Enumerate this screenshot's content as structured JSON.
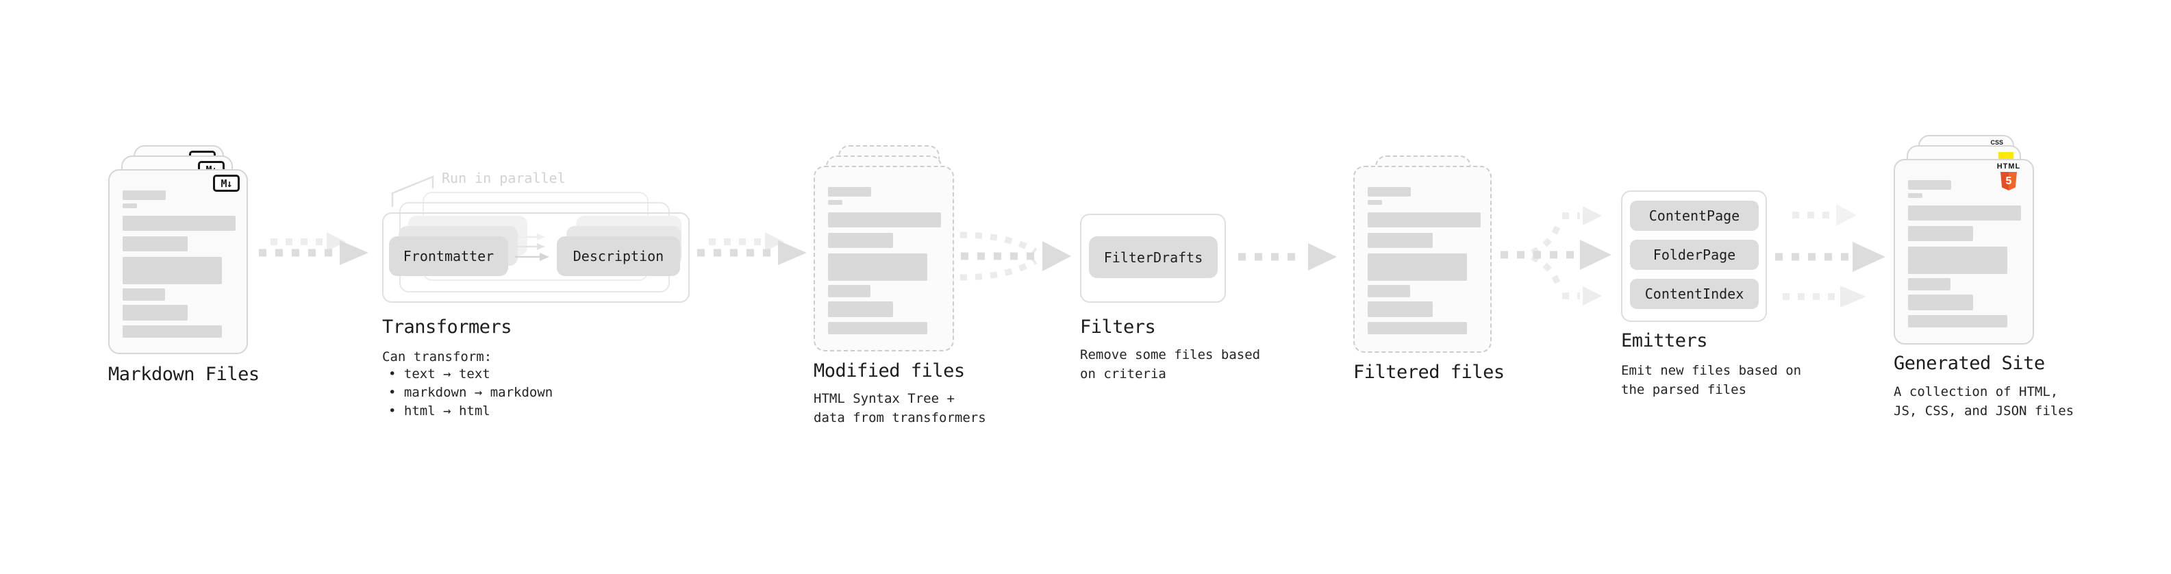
{
  "sections": {
    "markdown_files": {
      "label": "Markdown Files",
      "file_badge": "M↓"
    },
    "transformers": {
      "label": "Transformers",
      "annotation": "Run in parallel",
      "pill_left": "Frontmatter",
      "pill_right": "Description",
      "desc_title": "Can transform:",
      "bullets": [
        "• text → text",
        "• markdown → markdown",
        "• html → html"
      ]
    },
    "modified_files": {
      "label": "Modified files",
      "description": "HTML Syntax Tree +\ndata from transformers"
    },
    "filters": {
      "label": "Filters",
      "pill": "FilterDrafts",
      "description": "Remove some files based\non criteria"
    },
    "filtered_files": {
      "label": "Filtered files"
    },
    "emitters": {
      "label": "Emitters",
      "pills": [
        "ContentPage",
        "FolderPage",
        "ContentIndex"
      ],
      "description": "Emit new files based on\nthe parsed files"
    },
    "generated_site": {
      "label": "Generated Site",
      "description": "A collection of HTML,\nJS, CSS, and JSON files",
      "badges": {
        "html_label": "HTML",
        "html_number": "5",
        "css_label": "CSS"
      }
    }
  },
  "colors": {
    "background": "#ffffff",
    "card_border": "#d6d6d6",
    "placeholder_bar": "#d9d9d9",
    "pill_bg": "#dcdcdc",
    "arrow_dark": "#dcdcdc",
    "arrow_light": "#ededed",
    "text_primary": "#1d1d1f",
    "annotation": "#d2d2d2",
    "html5_orange": "#e44d26",
    "js_yellow": "#ffe70a",
    "css_blue": "#2965f1",
    "markdown_badge": "#161616"
  }
}
